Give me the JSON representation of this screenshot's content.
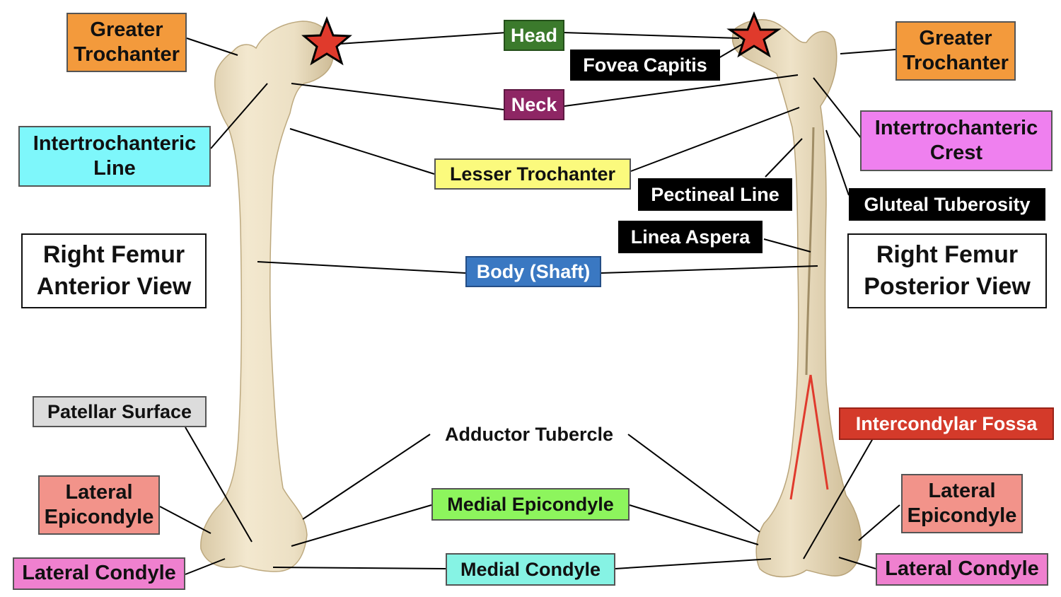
{
  "labels": {
    "head": "Head",
    "fovea_capitis": "Fovea Capitis",
    "neck": "Neck",
    "lesser_trochanter": "Lesser Trochanter",
    "body_shaft": "Body (Shaft)",
    "adductor_tubercle": "Adductor Tubercle",
    "medial_epicondyle": "Medial Epicondyle",
    "medial_condyle": "Medial Condyle",
    "anterior": {
      "greater_trochanter": "Greater\nTrochanter",
      "intertrochanteric_line": "Intertrochanteric\nLine",
      "view_title": "Right Femur\nAnterior View",
      "patellar_surface": "Patellar Surface",
      "lateral_epicondyle": "Lateral\nEpicondyle",
      "lateral_condyle": "Lateral Condyle"
    },
    "posterior": {
      "greater_trochanter": "Greater\nTrochanter",
      "intertrochanteric_crest": "Intertrochanteric\nCrest",
      "pectineal_line": "Pectineal Line",
      "gluteal_tuberosity": "Gluteal Tuberosity",
      "linea_aspera": "Linea Aspera",
      "view_title": "Right Femur\nPosterior View",
      "intercondylar_fossa": "Intercondylar Fossa",
      "lateral_epicondyle": "Lateral\nEpicondyle",
      "lateral_condyle": "Lateral Condyle"
    }
  },
  "colors": {
    "orange": "#f39a3c",
    "cyan": "#7ef7fb",
    "green": "#3b7a2c",
    "maroon": "#8e2664",
    "yellow": "#fbfa7d",
    "blue": "#3a78c2",
    "lime": "#8df55d",
    "aqua": "#86f3e4",
    "violet": "#ef80ef",
    "red": "#d43a2a",
    "salmon": "#f2938a",
    "pink": "#ef80cf",
    "grey": "#dcdcdc",
    "bone": "#ede0c2",
    "star": "#e03a2c"
  },
  "icons": {
    "head_marker": "red-star-icon"
  }
}
